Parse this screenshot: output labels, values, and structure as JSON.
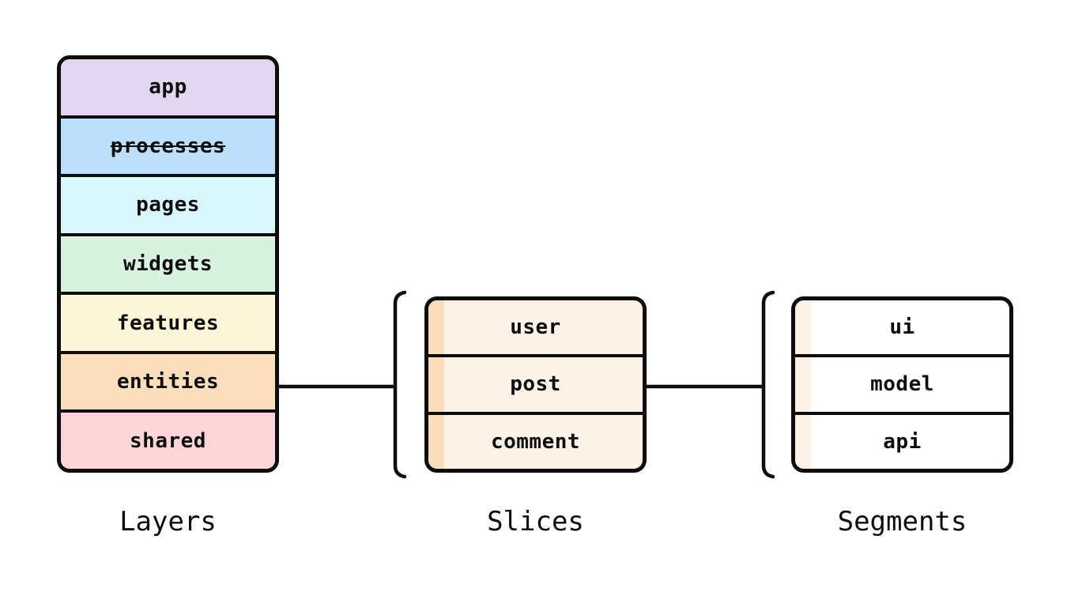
{
  "diagram": {
    "background": "#ffffff",
    "line_color": "#0d0d0d",
    "groups": {
      "layers": {
        "caption": "Layers",
        "rows": [
          {
            "label": "app",
            "color": "#e3d6f1",
            "strikethrough": false
          },
          {
            "label": "processes",
            "color": "#bce0fa",
            "strikethrough": true
          },
          {
            "label": "pages",
            "color": "#d9f6fc",
            "strikethrough": false
          },
          {
            "label": "widgets",
            "color": "#d8f2df",
            "strikethrough": false
          },
          {
            "label": "features",
            "color": "#fdf6d8",
            "strikethrough": false
          },
          {
            "label": "entities",
            "color": "#fbdebc",
            "strikethrough": false
          },
          {
            "label": "shared",
            "color": "#fdd5d8",
            "strikethrough": false
          }
        ]
      },
      "slices": {
        "caption": "Slices",
        "fill": "#fdf2e7",
        "stripe_color": "#fadebc",
        "rows": [
          {
            "label": "user"
          },
          {
            "label": "post"
          },
          {
            "label": "comment"
          }
        ]
      },
      "segments": {
        "caption": "Segments",
        "fill": "#ffffff",
        "stripe_color": "#fdf2e7",
        "rows": [
          {
            "label": "ui"
          },
          {
            "label": "model"
          },
          {
            "label": "api"
          }
        ]
      }
    }
  }
}
